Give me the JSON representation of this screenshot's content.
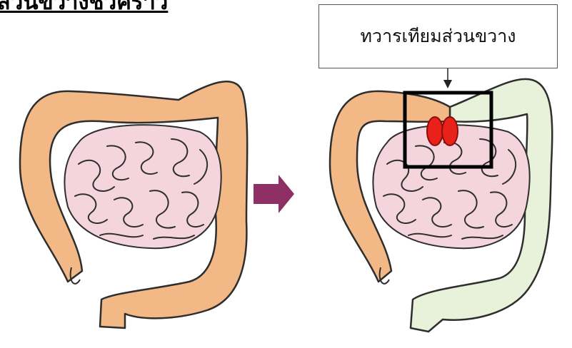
{
  "title": "ส่วนขวางชั่วคราว",
  "callout": {
    "label": "ทวารเทียมส่วนขวาง"
  },
  "icons": [
    "colon-before-illustration",
    "arrow-right-icon",
    "colon-after-illustration",
    "stoma-marker"
  ],
  "colors": {
    "colon_active": "#F2B885",
    "colon_inactive": "#E8F2DA",
    "intestine": "#F4D5DE",
    "outline": "#2e2e2e",
    "stoma": "#E8221B",
    "arrow": "#8E2F66"
  }
}
